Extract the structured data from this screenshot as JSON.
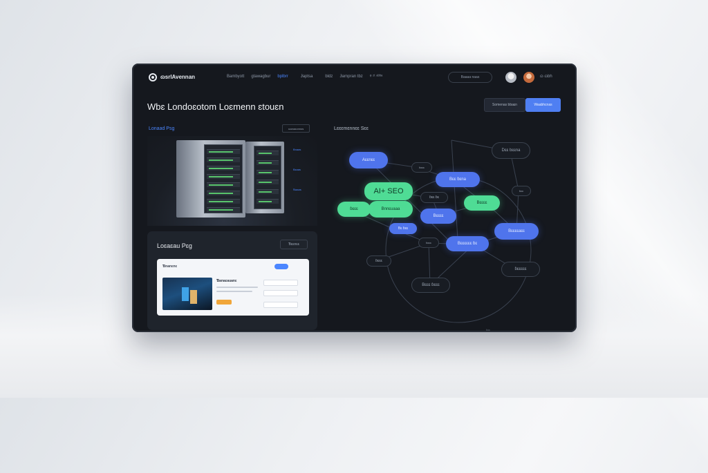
{
  "nav": {
    "brand": "ɷsrlAvennan",
    "links": [
      "Bambyott",
      "gtawagbur",
      "bplbrr",
      "Ɉaptsa",
      "bldz",
      "Ɉarnpran tbz",
      "ᵠ ᶻᵗ ᵃᵇᵇᵃ"
    ],
    "search_placeholder": "Baaaa naas",
    "more": "ɷ ɷbh"
  },
  "hero": {
    "title": "Wbɛ Londoɛotom Loɛmenn ɛtouɛn",
    "secondary_button": "Somenas bbaɛn",
    "primary_button": "Waabhcnas"
  },
  "left_panel": {
    "label": "Lonaad Psg",
    "side_items": [
      "ɷonaɛonnos",
      "Bnaas",
      "Bɛaas",
      "Ɓaaas"
    ],
    "card": {
      "title": "Loɛaɛau Pɛg",
      "button": "Ɓɛɛnɛɛ",
      "window_title": "Ɓnanɛnɛ",
      "item_title": "Ɓanaɛauanɛ"
    }
  },
  "right_panel": {
    "label": "Lɛɛɛmɛnnɛɛ Sɛɛ",
    "nodes": {
      "top_green": "Bnnɛuaaa",
      "right_outline": "Dɛɛ bɛɛna",
      "left_blue": "Aɛɛnɛɛ",
      "small_outline_1": "ɓɛɛɛ",
      "center_blue": "Bɛɛ ɓɛna",
      "big_green": "AI+ SEO",
      "small_right": "ɓɛɛ",
      "mid_outline": "ɓɛɛ ɓɛ",
      "right_green": "Bɛɛɛɛ",
      "left_green": "ɓɛɛɛ",
      "mid_blue": "Bɛɛɛɛ",
      "small_blue": "Bɛ ɓɛɛ",
      "far_right_blue": "Bɛɛɛɛaɛɛ",
      "small_outline_2": "ɓɛɛɛ",
      "bottom_blue": "Bɛɛɛɛɛɛ ɓɛ",
      "left_outline": "ɓɛɛɛ",
      "bottom_right_outline": "ɓɛɛɛɛɛ",
      "bottom_outline": "Bɛɛɛ ɓɛɛɛ"
    }
  },
  "footer": "ɓɛɛ",
  "colors": {
    "accent_blue": "#4f7ff2",
    "node_green": "#4fdc95",
    "node_blue": "#4f74ec",
    "panel_dark": "#15181e"
  }
}
